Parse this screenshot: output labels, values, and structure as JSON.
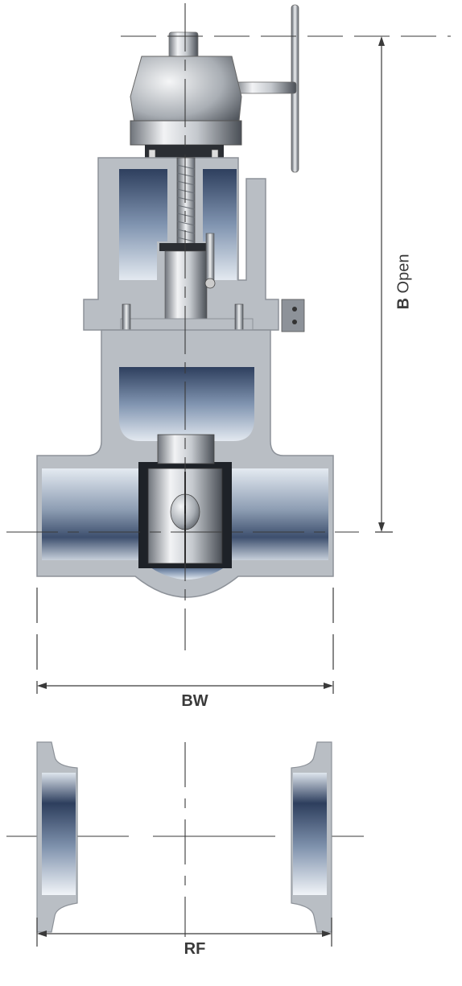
{
  "dimensions": {
    "height_label_bold": "B",
    "height_label_rest": " Open",
    "butt_weld_label": "BW",
    "raised_face_label": "RF"
  },
  "colors": {
    "body_gray": "#b9bec4",
    "body_edge": "#8d9299",
    "interior_dark": "#2c3e5c",
    "interior_light": "#dfe6ef",
    "line": "#3a3a3a"
  }
}
